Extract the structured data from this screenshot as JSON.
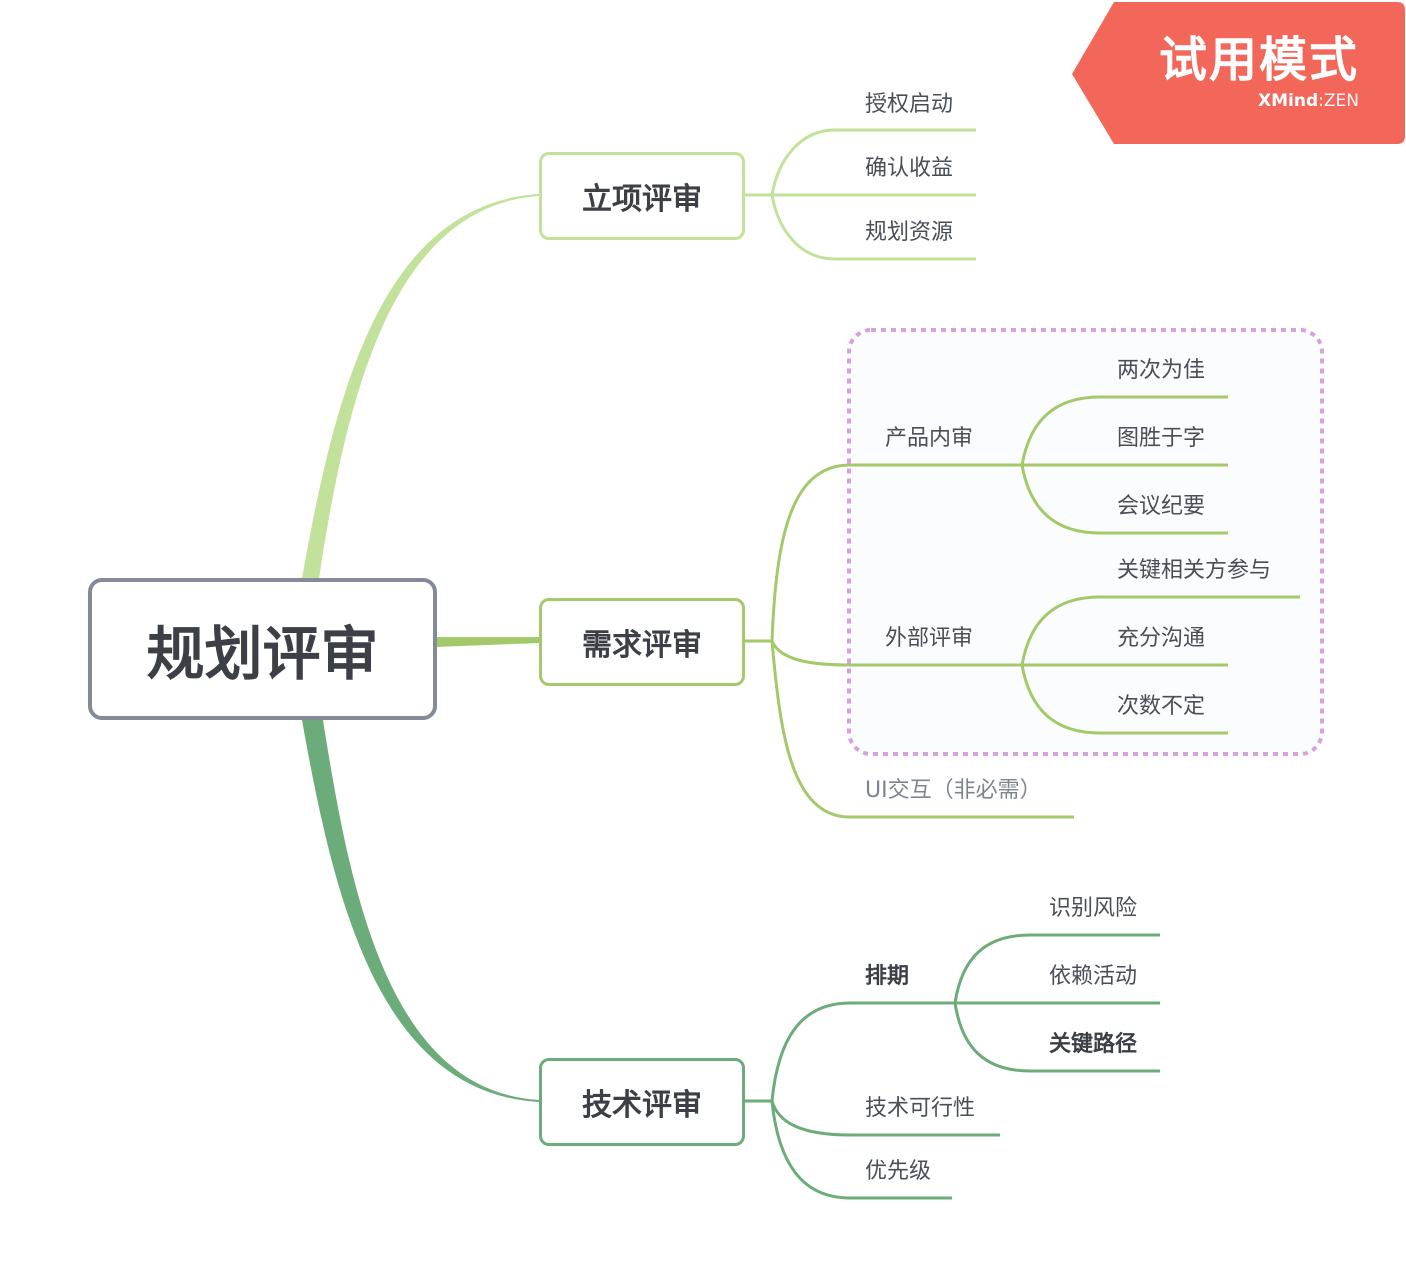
{
  "trial_badge": {
    "title": "试用模式",
    "brand": "XMind",
    "brand_sep": ":",
    "brand_suffix": "ZEN",
    "color": "#f2675a"
  },
  "colors": {
    "root_border": "#838a98",
    "branch1": "#c2e19a",
    "branch2": "#a3c96b",
    "branch3": "#6cab7a",
    "boundary": "#d6a2dc",
    "boundary_fill": "#fbfcfd"
  },
  "root": {
    "label": "规划评审"
  },
  "branches": [
    {
      "label": "立项评审",
      "children": [
        {
          "label": "授权启动"
        },
        {
          "label": "确认收益"
        },
        {
          "label": "规划资源"
        }
      ]
    },
    {
      "label": "需求评审",
      "children": [
        {
          "label": "产品内审",
          "children": [
            {
              "label": "两次为佳"
            },
            {
              "label": "图胜于字"
            },
            {
              "label": "会议纪要"
            }
          ]
        },
        {
          "label": "外部评审",
          "children": [
            {
              "label": "关键相关方参与"
            },
            {
              "label": "充分沟通"
            },
            {
              "label": "次数不定"
            }
          ]
        },
        {
          "label": "UI交互（非必需）"
        }
      ]
    },
    {
      "label": "技术评审",
      "children": [
        {
          "label": "排期",
          "children": [
            {
              "label": "识别风险"
            },
            {
              "label": "依赖活动"
            },
            {
              "label": "关键路径"
            }
          ]
        },
        {
          "label": "技术可行性"
        },
        {
          "label": "优先级"
        }
      ]
    }
  ]
}
